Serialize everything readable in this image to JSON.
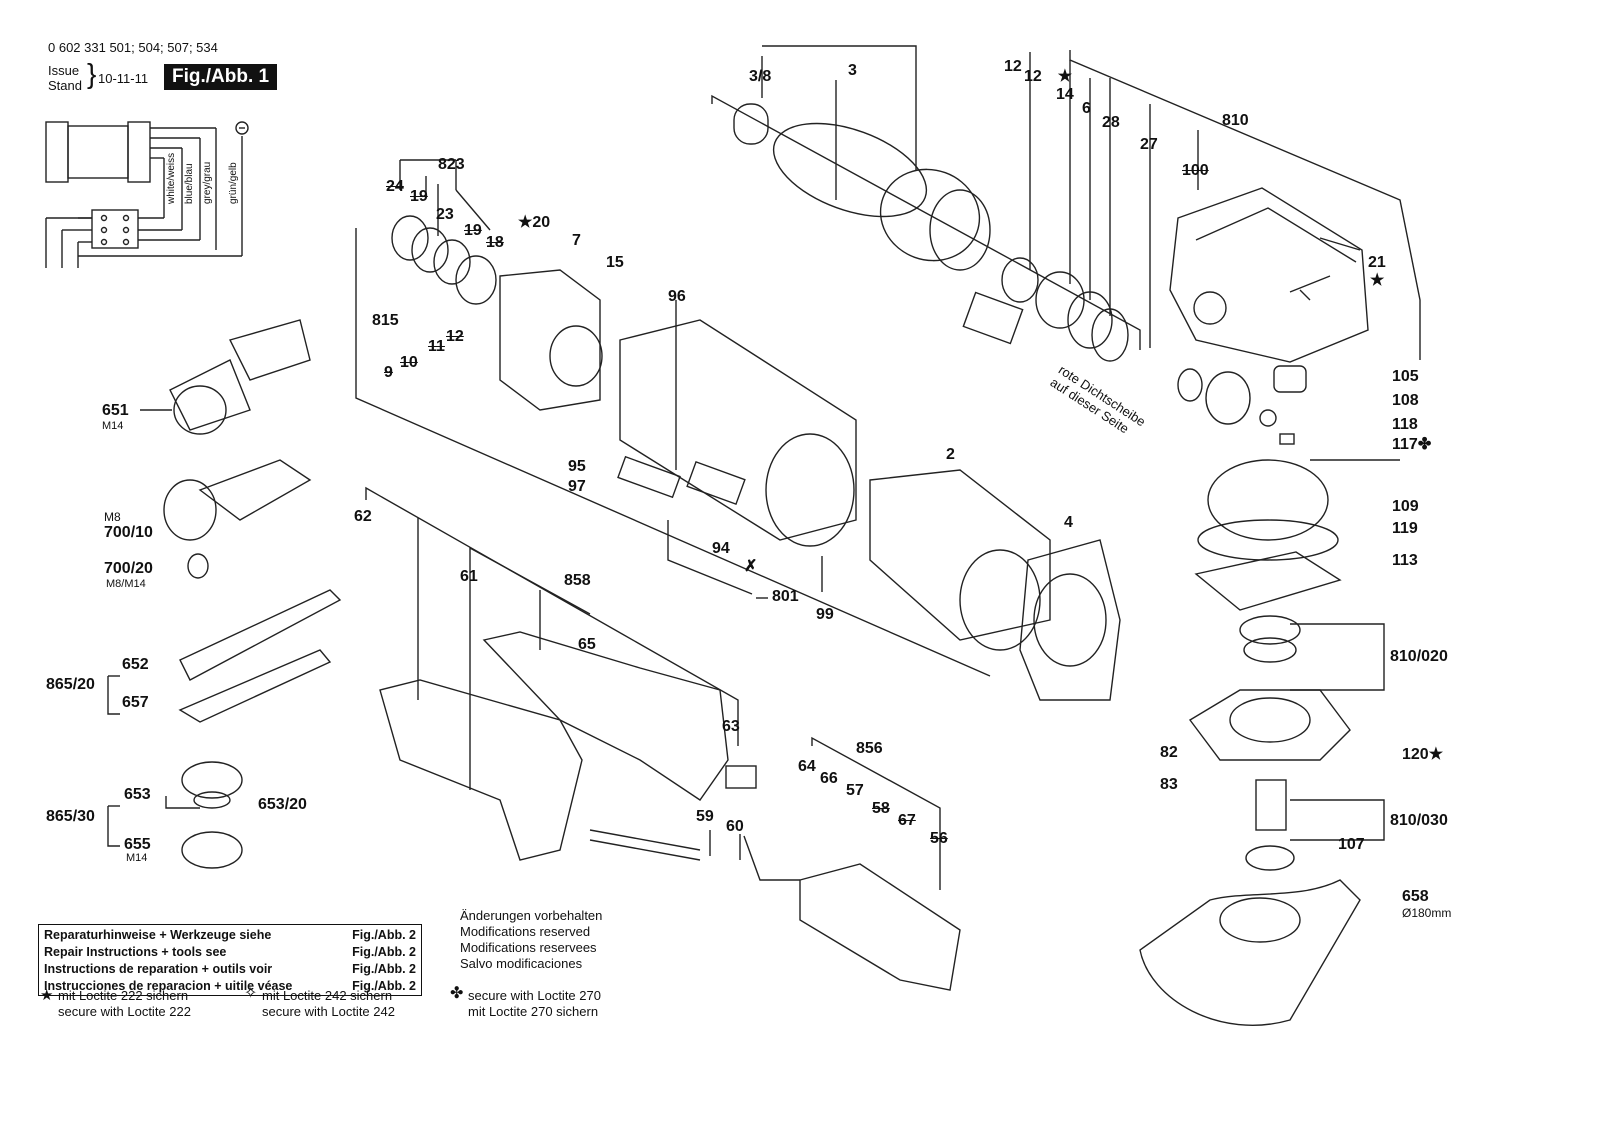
{
  "header": {
    "part_numbers": "0 602 331 501; 504; 507; 534",
    "issue_label": "Issue",
    "stand_label": "Stand",
    "date": "10-11-11",
    "figure": "Fig./Abb. 1"
  },
  "wiring": {
    "colors": [
      "white/weiss",
      "blue/blau",
      "grey/grau",
      "grün/gelb"
    ]
  },
  "labels": {
    "l38": "3/8",
    "l3": "3",
    "l12a": "12",
    "l12b": "12",
    "l14": "★\n14",
    "l6": "6",
    "l28": "28",
    "l27": "27",
    "l810": "810",
    "l100": "100",
    "l21": "21",
    "l823": "823",
    "l24": "24",
    "l19a": "19",
    "l23": "23",
    "l19b": "19",
    "l18": "18",
    "l20": "★20",
    "l7": "7",
    "l15": "15",
    "l815": "815",
    "l12c": "12",
    "l11": "11",
    "l10": "10",
    "l9": "9",
    "l96": "96",
    "l651": "651",
    "l95": "95",
    "l97": "97",
    "l2": "2",
    "l4": "4",
    "l94": "94",
    "l801": "801",
    "l99": "99",
    "l62": "62",
    "l61": "61",
    "l858": "858",
    "l65": "65",
    "l63": "63",
    "l700_10": "700/10",
    "l700_20": "700/20",
    "l652": "652",
    "l865_20": "865/20",
    "l657": "657",
    "l653": "653",
    "l653_20": "653/20",
    "l865_30": "865/30",
    "l655": "655",
    "l856": "856",
    "l64": "64",
    "l66": "66",
    "l57": "57",
    "l58": "58",
    "l67": "67",
    "l56": "56",
    "l59": "59",
    "l60": "60",
    "l105": "105",
    "l108": "108",
    "l118": "118",
    "l117": "117✤",
    "l109": "109",
    "l119": "119",
    "l113": "113",
    "l810_020": "810/020",
    "l82": "82",
    "l120": "120★",
    "l83": "83",
    "l810_030": "810/030",
    "l107": "107",
    "l658": "658"
  },
  "sublabels": {
    "m14a": "M14",
    "m8": "M8",
    "m8m14": "M8/M14",
    "m14b": "M14",
    "d180": "Ø180mm"
  },
  "seal_note": "rote Dichtscheibe\nauf dieser Seite",
  "references": [
    {
      "text": "Reparaturhinweise + Werkzeuge siehe",
      "fig": "Fig./Abb. 2"
    },
    {
      "text": "Repair Instructions + tools see",
      "fig": "Fig./Abb. 2"
    },
    {
      "text": "Instructions de reparation + outils voir",
      "fig": "Fig./Abb. 2"
    },
    {
      "text": "Instrucciones de reparacion + uitile véase",
      "fig": "Fig./Abb. 2"
    }
  ],
  "changes": [
    "Änderungen vorbehalten",
    "Modifications reserved",
    "Modifications reservees",
    "Salvo modificaciones"
  ],
  "legend": {
    "loctite222_a": "mit Loctite 222 sichern",
    "loctite222_b": "secure with Loctite 222",
    "loctite242_a": "mit Loctite 242 sichern",
    "loctite242_b": "secure with Loctite 242",
    "loctite270_a": "secure with Loctite 270",
    "loctite270_b": "mit Loctite 270 sichern"
  }
}
